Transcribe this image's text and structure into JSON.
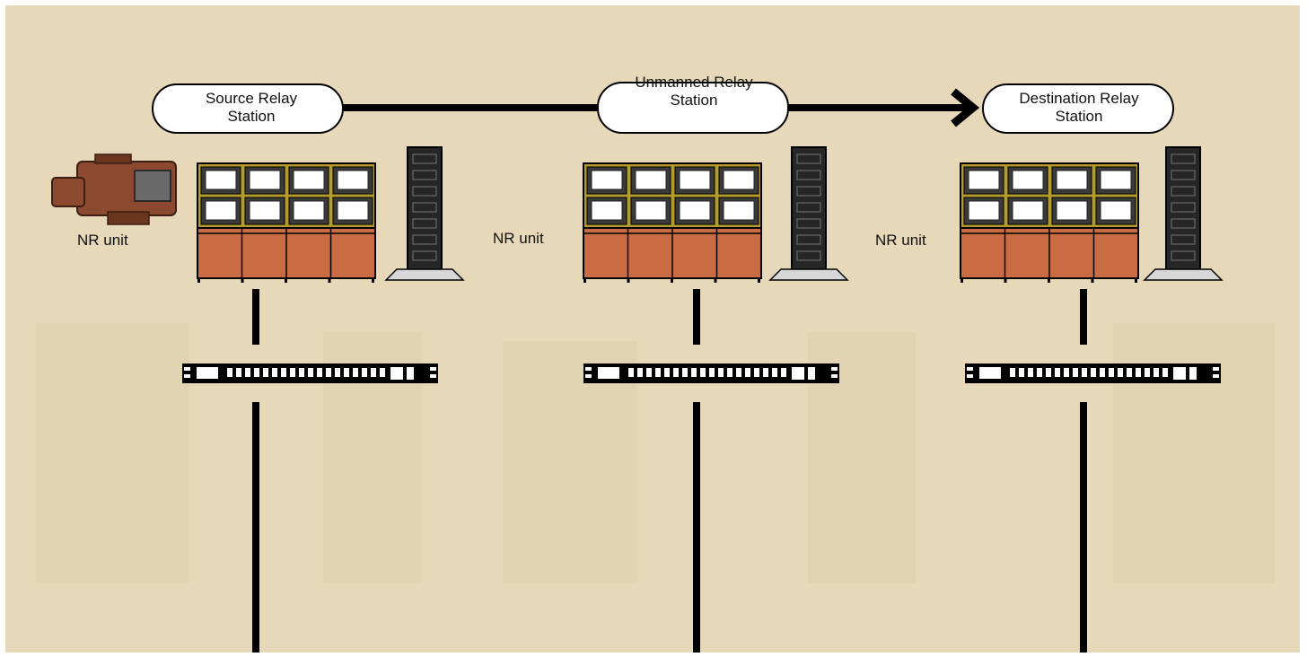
{
  "colors": {
    "background": "#e6d8b8",
    "line": "#000000",
    "cabinet": "#c96c43",
    "monitor_frame": "#b49b2e",
    "camera": "#8b4a2f"
  },
  "stations": [
    {
      "label_line1": "Source Relay",
      "label_line2": "Station",
      "nr_label": "NR unit",
      "has_camera": true
    },
    {
      "label_line1": "Unmanned Relay",
      "label_line2": "Station",
      "nr_label": "NR unit",
      "has_camera": false
    },
    {
      "label_line1": "Destination Relay",
      "label_line2": "Station",
      "nr_label": "NR unit",
      "has_camera": false
    }
  ],
  "icons": {
    "camera": "video-camera-icon",
    "monitor_wall": "monitor-wall-icon",
    "server_rack": "server-rack-icon",
    "rack_unit": "rack-unit-icon",
    "flow_arrow": "arrow-right-icon"
  }
}
